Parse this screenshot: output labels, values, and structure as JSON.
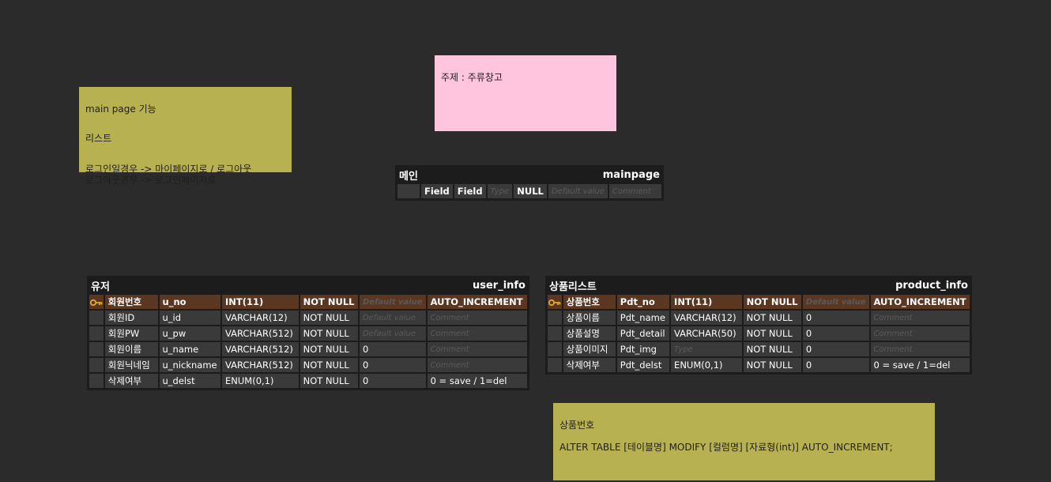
{
  "notes": {
    "main_page": {
      "title": "main page 기능",
      "list": "리스트",
      "detail": "로그인일경우 -> 마이페이지로 / 로그아웃\n로그아웃경우 -> 로그인페이지로"
    },
    "topic": {
      "text": "주제 : 주류창고"
    },
    "pk_note": {
      "title": "상품번호",
      "sql": "ALTER TABLE [테이블명] MODIFY [컬럼명] [자료형(int)] AUTO_INCREMENT;"
    }
  },
  "placeholders": {
    "type": "Type",
    "default": "Default value",
    "comment": "Comment"
  },
  "colors": {
    "background": "#2b2b2b",
    "note_olive": "#b8b152",
    "note_pink": "#ffc4de",
    "pk_row": "#5b3620",
    "key_icon": "#e0a92a"
  },
  "tables": {
    "mainpage": {
      "label": "메인",
      "name": "mainpage",
      "row": {
        "logical": "Field",
        "physical": "Field",
        "nullable": "NULL"
      }
    },
    "user_info": {
      "label": "유저",
      "name": "user_info",
      "rows": [
        {
          "pk": true,
          "logical": "회원번호",
          "physical": "u_no",
          "type": "INT(11)",
          "nullable": "NOT NULL",
          "default": "",
          "comment": "AUTO_INCREMENT"
        },
        {
          "pk": false,
          "logical": "회원ID",
          "physical": "u_id",
          "type": "VARCHAR(12)",
          "nullable": "NOT NULL",
          "default": "",
          "comment": ""
        },
        {
          "pk": false,
          "logical": "회원PW",
          "physical": "u_pw",
          "type": "VARCHAR(512)",
          "nullable": "NOT NULL",
          "default": "",
          "comment": ""
        },
        {
          "pk": false,
          "logical": "회원이름",
          "physical": "u_name",
          "type": "VARCHAR(512)",
          "nullable": "NOT NULL",
          "default": "0",
          "comment": ""
        },
        {
          "pk": false,
          "logical": "회원닉네임",
          "physical": "u_nickname",
          "type": "VARCHAR(512)",
          "nullable": "NOT NULL",
          "default": "0",
          "comment": ""
        },
        {
          "pk": false,
          "logical": "삭제여부",
          "physical": "u_delst",
          "type": "ENUM(0,1)",
          "nullable": "NOT NULL",
          "default": "0",
          "comment": "0 = save / 1=del"
        }
      ]
    },
    "product_info": {
      "label": "상품리스트",
      "name": "product_info",
      "rows": [
        {
          "pk": true,
          "logical": "상품번호",
          "physical": "Pdt_no",
          "type": "INT(11)",
          "nullable": "NOT NULL",
          "default": "",
          "comment": "AUTO_INCREMENT"
        },
        {
          "pk": false,
          "logical": "상품이름",
          "physical": "Pdt_name",
          "type": "VARCHAR(12)",
          "nullable": "NOT NULL",
          "default": "0",
          "comment": ""
        },
        {
          "pk": false,
          "logical": "상품설명",
          "physical": "Pdt_detail",
          "type": "VARCHAR(50)",
          "nullable": "NOT NULL",
          "default": "0",
          "comment": ""
        },
        {
          "pk": false,
          "logical": "상품이미지",
          "physical": "Pdt_img",
          "type": "",
          "nullable": "NOT NULL",
          "default": "0",
          "comment": ""
        },
        {
          "pk": false,
          "logical": "삭제여부",
          "physical": "Pdt_delst",
          "type": "ENUM(0,1)",
          "nullable": "NOT NULL",
          "default": "0",
          "comment": "0 = save / 1=del"
        }
      ]
    }
  }
}
